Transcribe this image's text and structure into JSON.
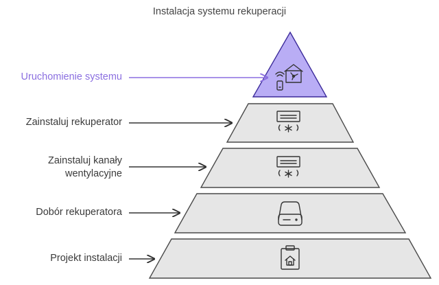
{
  "title": "Instalacja systemu rekuperacji",
  "levels": [
    {
      "label_lines": [
        "Uruchomienie systemu"
      ],
      "icon": "smart-home-icon",
      "highlight": true
    },
    {
      "label_lines": [
        "Zainstaluj rekuperator"
      ],
      "icon": "air-conditioner-icon",
      "highlight": false
    },
    {
      "label_lines": [
        "Zainstaluj kanały",
        "wentylacyjne"
      ],
      "icon": "air-conditioner-icon",
      "highlight": false
    },
    {
      "label_lines": [
        "Dobór rekuperatora"
      ],
      "icon": "hard-drive-icon",
      "highlight": false
    },
    {
      "label_lines": [
        "Projekt instalacji"
      ],
      "icon": "clipboard-home-icon",
      "highlight": false
    }
  ],
  "colors": {
    "accent_fill": "#b9adf5",
    "accent_stroke": "#3b2a9a",
    "accent_text": "#8b6fe0",
    "level_fill": "#e6e6e6",
    "level_stroke": "#4a4a4a",
    "arrow": "#333333",
    "icon": "#333333"
  }
}
